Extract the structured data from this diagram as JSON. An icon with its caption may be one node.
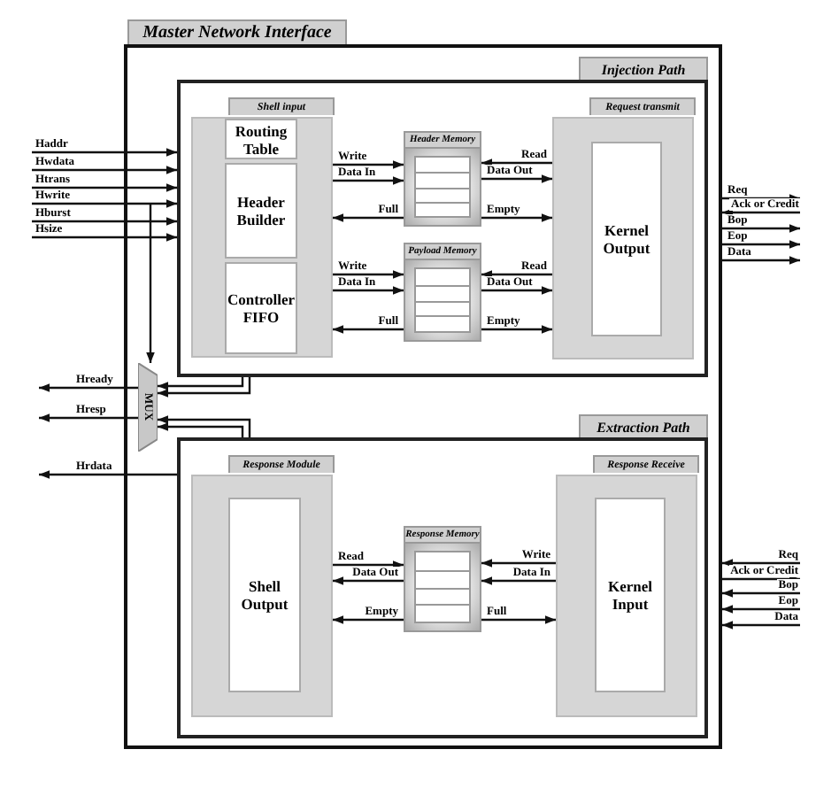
{
  "diagram": {
    "nodes": [
      {
        "text": [
          "Master Network Interface"
        ]
      },
      {
        "text": [
          "Injection Path"
        ],
        "in": 0
      },
      {
        "text": [
          "Shell input"
        ],
        "in": 1
      },
      {
        "text": [
          "Routing Table"
        ],
        "in": 2
      },
      {
        "text": [
          "Header Builder"
        ],
        "in": 2
      },
      {
        "text": [
          "Controller FIFO"
        ],
        "in": 2
      },
      {
        "text": [
          "Header Memory"
        ],
        "in": 1
      },
      {
        "text": [
          "Payload Memory"
        ],
        "in": 1
      },
      {
        "text": [
          "Request transmit"
        ],
        "in": 1
      },
      {
        "text": [
          "Kernel Output"
        ],
        "in": 8
      },
      {
        "text": [
          "MUX"
        ],
        "in": 0
      },
      {
        "text": [
          "Extraction Path"
        ],
        "in": 0
      },
      {
        "text": [
          "Response Module"
        ],
        "in": 11
      },
      {
        "text": [
          "Shell Output"
        ],
        "in": 12
      },
      {
        "text": [
          "Response Memory"
        ],
        "in": 11
      },
      {
        "text": [
          "Response Receive"
        ],
        "in": 11
      },
      {
        "text": [
          "Kernel Input"
        ],
        "in": 15
      }
    ],
    "edges": [
      {
        "from": null,
        "to": 1,
        "arrow": "to",
        "label": "Haddr"
      },
      {
        "from": null,
        "to": 1,
        "arrow": "to",
        "label": "Hwdata"
      },
      {
        "from": null,
        "to": 1,
        "arrow": "to",
        "label": "Htrans"
      },
      {
        "from": null,
        "to": 1,
        "arrow": "to",
        "label": "Hwrite"
      },
      {
        "from": null,
        "to": 10,
        "arrow": "to"
      },
      {
        "from": null,
        "to": 1,
        "arrow": "to",
        "label": "Hburst"
      },
      {
        "from": null,
        "to": 1,
        "arrow": "to",
        "label": "Hsize"
      },
      {
        "from": 2,
        "to": 6,
        "arrow": "to",
        "label": "Write"
      },
      {
        "from": 2,
        "to": 6,
        "arrow": "to",
        "label": "Data In"
      },
      {
        "from": 6,
        "to": 2,
        "arrow": "to",
        "label": "Full"
      },
      {
        "from": 8,
        "to": 6,
        "arrow": "to",
        "label": "Read"
      },
      {
        "from": 6,
        "to": 8,
        "arrow": "to",
        "label": "Data Out"
      },
      {
        "from": 6,
        "to": 8,
        "arrow": "to",
        "label": "Empty"
      },
      {
        "from": 2,
        "to": 7,
        "arrow": "to",
        "label": "Write"
      },
      {
        "from": 2,
        "to": 7,
        "arrow": "to",
        "label": "Data In"
      },
      {
        "from": 7,
        "to": 2,
        "arrow": "to",
        "label": "Full"
      },
      {
        "from": 8,
        "to": 7,
        "arrow": "to",
        "label": "Read"
      },
      {
        "from": 7,
        "to": 8,
        "arrow": "to",
        "label": "Data Out"
      },
      {
        "from": 7,
        "to": 8,
        "arrow": "to",
        "label": "Empty"
      },
      {
        "from": 0,
        "to": null,
        "arrow": "to",
        "label": "Req"
      },
      {
        "from": null,
        "to": 0,
        "arrow": "to",
        "label": "Ack or Credit"
      },
      {
        "from": 0,
        "to": null,
        "arrow": "to",
        "label": "Bop"
      },
      {
        "from": 0,
        "to": null,
        "arrow": "to",
        "label": "Eop"
      },
      {
        "from": 0,
        "to": null,
        "arrow": "to",
        "label": "Data"
      },
      {
        "from": 1,
        "to": 10,
        "arrow": "to"
      },
      {
        "from": 1,
        "to": 10,
        "arrow": "to"
      },
      {
        "from": 11,
        "to": 10,
        "arrow": "to"
      },
      {
        "from": 11,
        "to": 10,
        "arrow": "to"
      },
      {
        "from": 10,
        "to": null,
        "arrow": "to",
        "label": "Hready"
      },
      {
        "from": 10,
        "to": null,
        "arrow": "to",
        "label": "Hresp"
      },
      {
        "from": 11,
        "to": null,
        "arrow": "to",
        "label": "Hrdata"
      },
      {
        "from": 12,
        "to": 14,
        "arrow": "to",
        "label": "Read"
      },
      {
        "from": 14,
        "to": 12,
        "arrow": "to",
        "label": "Data Out"
      },
      {
        "from": 14,
        "to": 12,
        "arrow": "to",
        "label": "Empty"
      },
      {
        "from": 15,
        "to": 14,
        "arrow": "to",
        "label": "Write"
      },
      {
        "from": 15,
        "to": 14,
        "arrow": "to",
        "label": "Data In"
      },
      {
        "from": 14,
        "to": 15,
        "arrow": "to",
        "label": "Full"
      },
      {
        "from": null,
        "to": 0,
        "arrow": "to",
        "label": "Req"
      },
      {
        "from": 0,
        "to": null,
        "arrow": "to",
        "label": "Ack or Credit"
      },
      {
        "from": null,
        "to": 0,
        "arrow": "to",
        "label": "Bop"
      },
      {
        "from": null,
        "to": 0,
        "arrow": "to",
        "label": "Eop"
      },
      {
        "from": null,
        "to": 0,
        "arrow": "to",
        "label": "Data"
      }
    ]
  }
}
